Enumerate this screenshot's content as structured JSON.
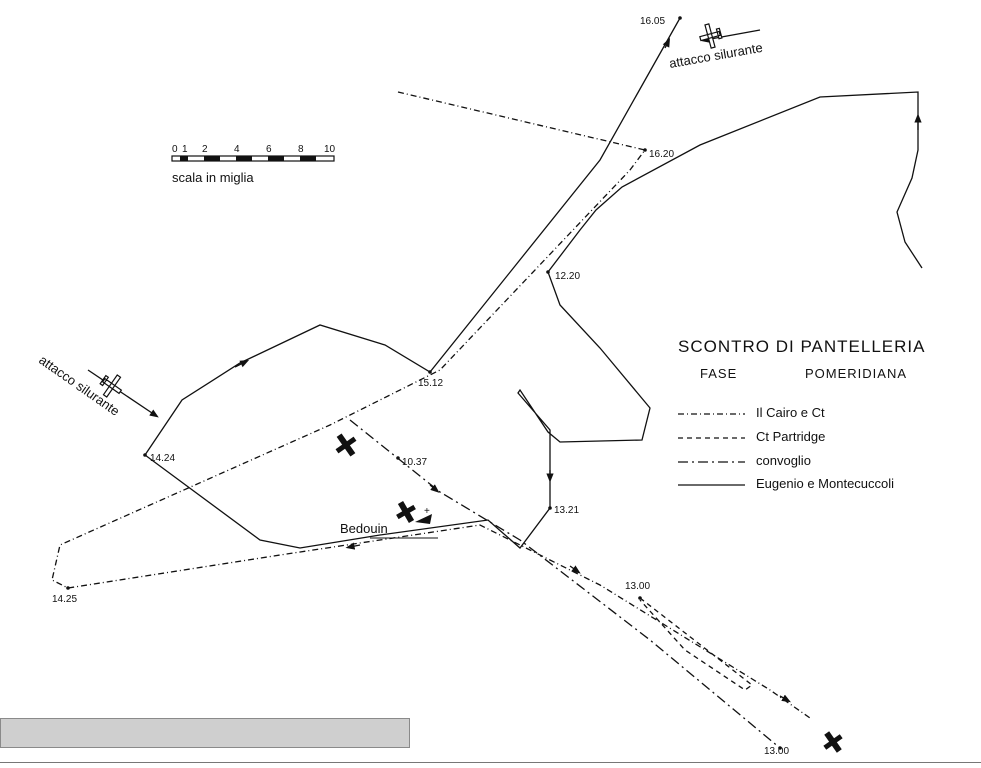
{
  "title": {
    "main": "SCONTRO DI PANTELLERIA",
    "sub_left": "FASE",
    "sub_right": "POMERIDIANA"
  },
  "scale": {
    "ticks": [
      "0",
      "1",
      "2",
      "4",
      "6",
      "8",
      "10"
    ],
    "caption": "scala in miglia"
  },
  "legend": [
    {
      "label": "Il Cairo e Ct",
      "style": "dash-dot-short"
    },
    {
      "label": "Ct  Partridge",
      "style": "dashed"
    },
    {
      "label": "convoglio",
      "style": "dash-dot"
    },
    {
      "label": "Eugenio e Montecuccoli",
      "style": "solid"
    }
  ],
  "annotations": {
    "torpedo_ne": "attacco silurante",
    "torpedo_w": "attacco silurante",
    "bedouin": "Bedouin"
  },
  "times": {
    "t1605": "16.05",
    "t1620": "16.20",
    "t1220": "12.20",
    "t1512": "15.12",
    "t1424": "14.24",
    "t1037": "10.37",
    "t1321": "13.21",
    "t1425": "14.25",
    "t1300a": "13.00",
    "t1300b": "13.00"
  },
  "colors": {
    "ink": "#111111",
    "bar": "#cfcfcf"
  }
}
